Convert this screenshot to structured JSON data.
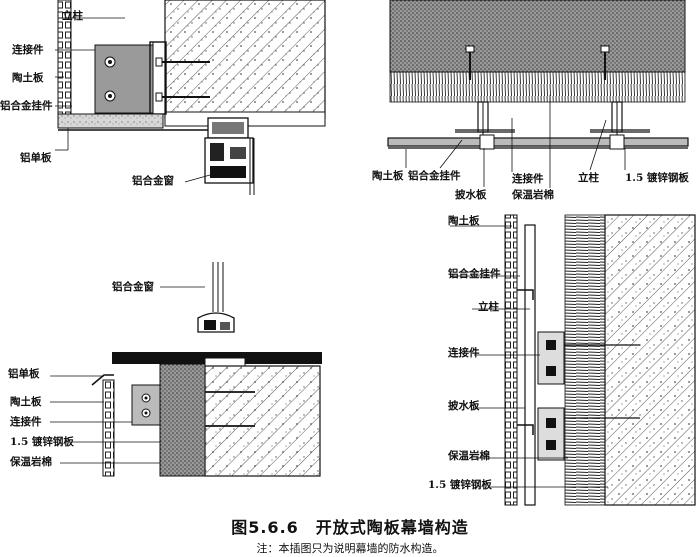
{
  "figure": {
    "title": "图5.6.6　开放式陶板幕墙构造",
    "note": "注：本插图只为说明幕墙的防水构造。"
  },
  "detail_top_left": {
    "labels": {
      "column": "立柱",
      "connector": "连接件",
      "ceramic_panel": "陶土板",
      "aluminum_hanger": "铝合金挂件",
      "aluminum_sheet": "铝单板",
      "aluminum_window": "铝合金窗"
    }
  },
  "detail_top_right": {
    "labels": {
      "ceramic_panel": "陶土板",
      "aluminum_hanger": "铝合金挂件",
      "flashing": "披水板",
      "connector": "连接件",
      "rock_wool": "保温岩棉",
      "column": "立柱",
      "galvanized_sheet": "1.5 镀锌钢板"
    }
  },
  "detail_bottom_left": {
    "labels": {
      "aluminum_window": "铝合金窗",
      "aluminum_sheet": "铝单板",
      "ceramic_panel": "陶土板",
      "connector": "连接件",
      "galvanized_sheet": "1.5 镀锌钢板",
      "rock_wool": "保温岩棉"
    }
  },
  "detail_bottom_right": {
    "labels": {
      "ceramic_panel": "陶土板",
      "aluminum_hanger": "铝合金挂件",
      "column": "立柱",
      "connector": "连接件",
      "flashing": "披水板",
      "rock_wool": "保温岩棉",
      "galvanized_sheet": "1.5 镀锌钢板"
    }
  }
}
